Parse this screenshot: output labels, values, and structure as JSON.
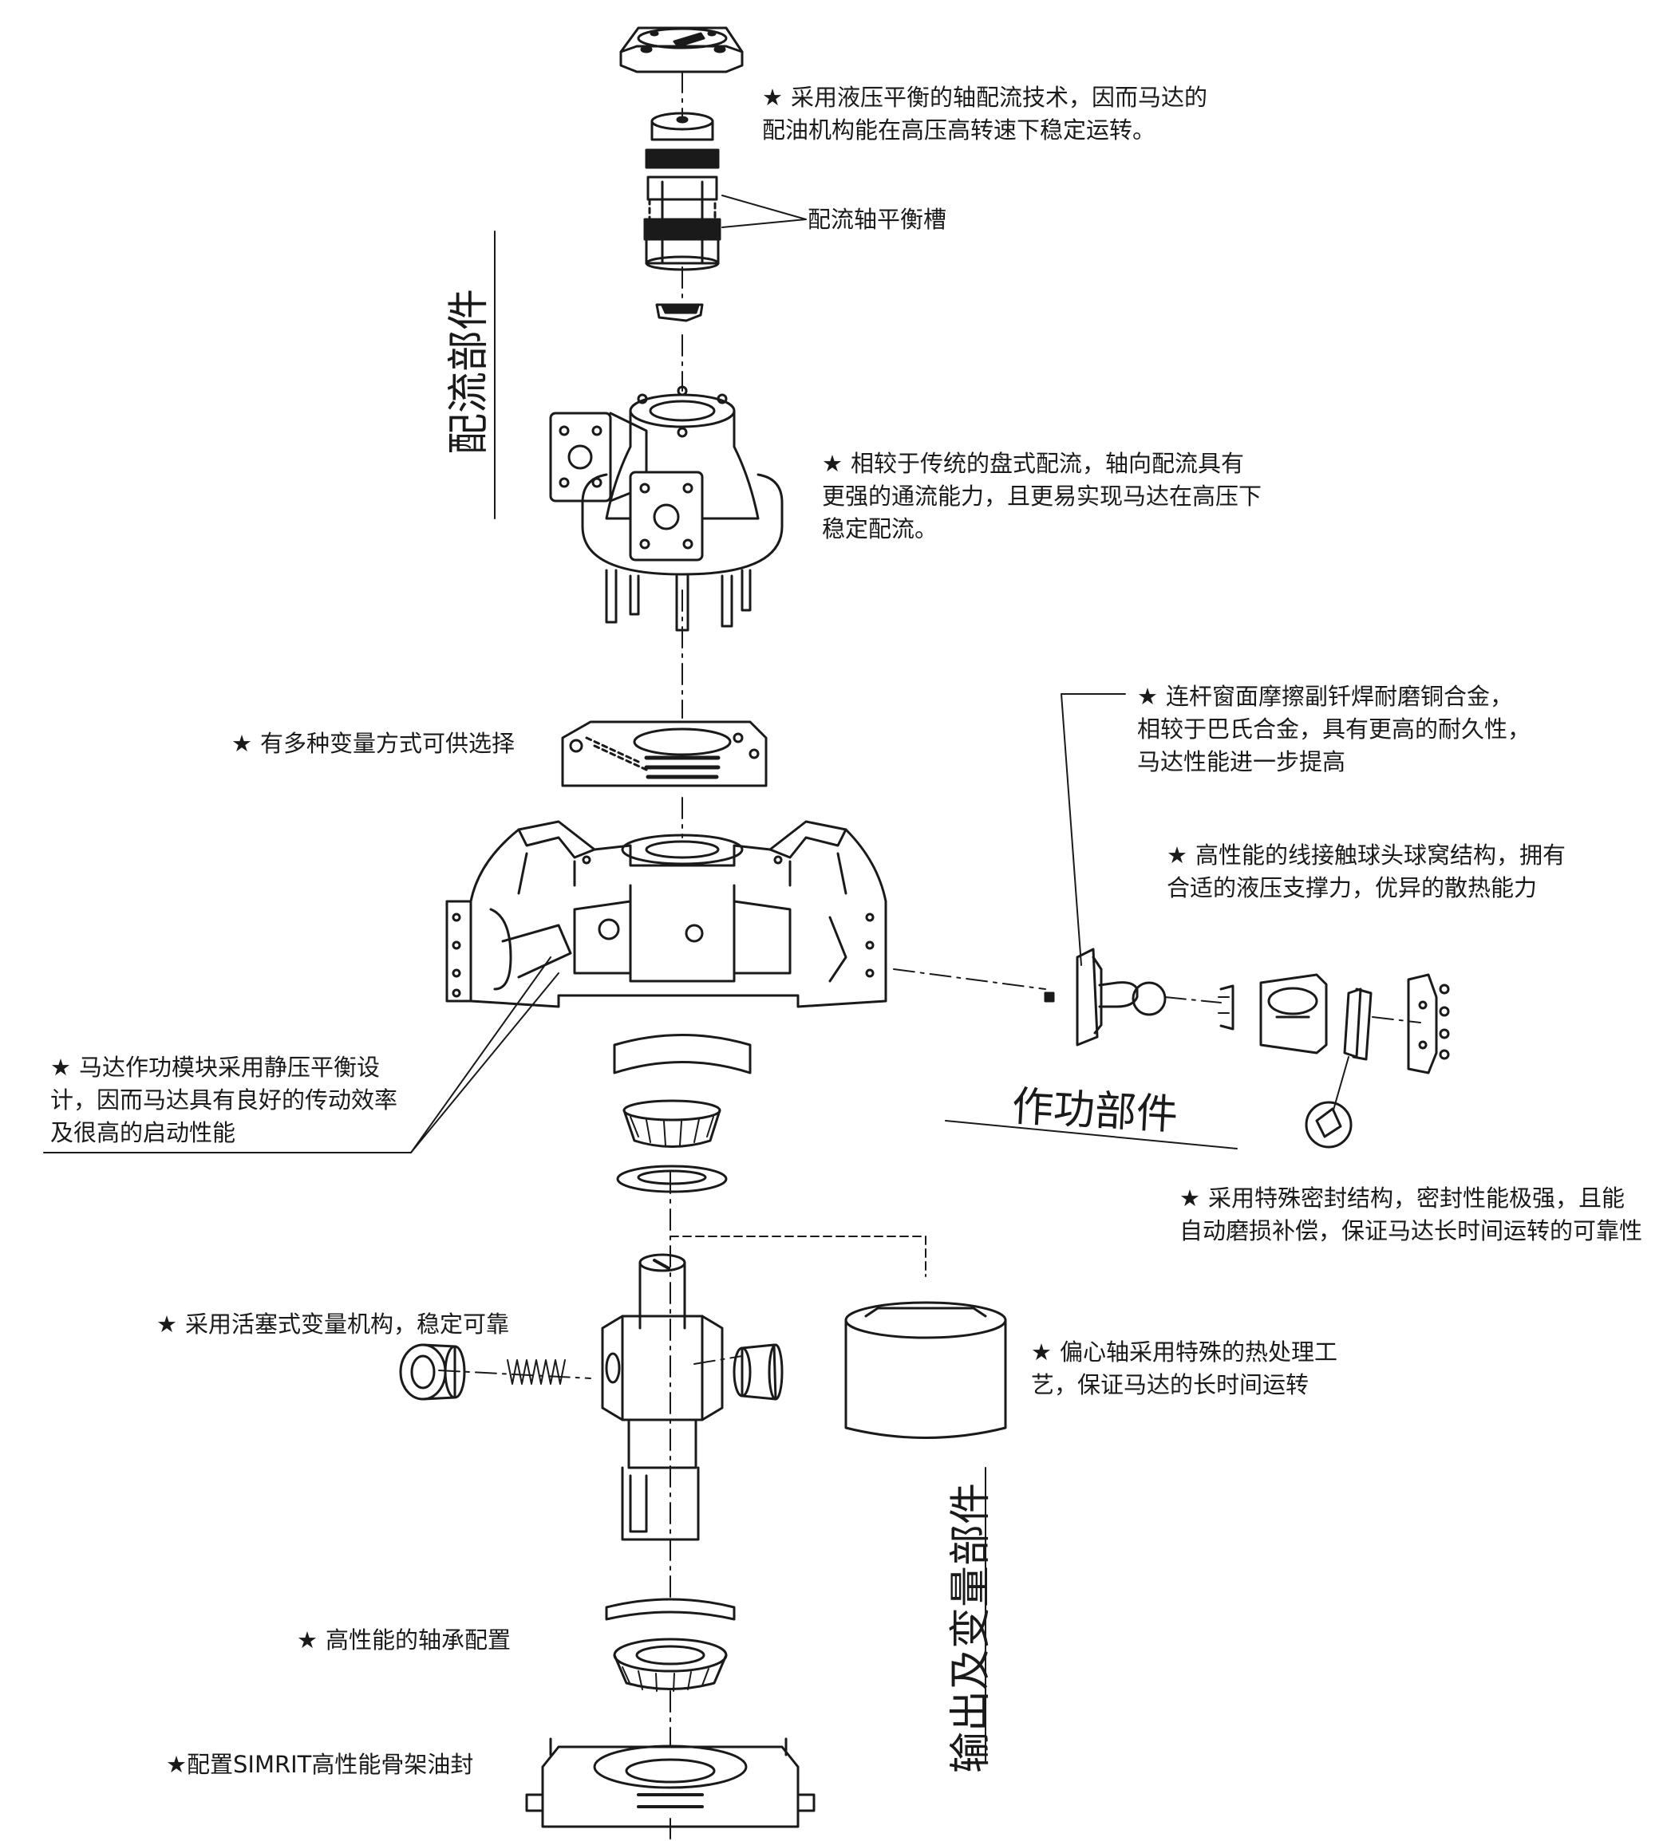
{
  "star": "★",
  "sections": {
    "distribution": "配流部件",
    "working": "作功部件",
    "output": "输出及变量部件"
  },
  "notes": {
    "shaft_distribution": [
      "采用液压平衡的轴配流技术，因而马达的",
      "配油机构能在高压高转速下稳定运转。"
    ],
    "balance_groove": "配流轴平衡槽",
    "axial_flow": [
      "相较于传统的盘式配流，轴向配流具有",
      "更强的通流能力，且更易实现马达在高压下",
      "稳定配流。"
    ],
    "variable_modes": "有多种变量方式可供选择",
    "conrod_alloy": [
      "连杆窗面摩擦副钎焊耐磨铜合金，",
      "相较于巴氏合金，具有更高的耐久性，",
      "马达性能进一步提高"
    ],
    "ball_socket": [
      "高性能的线接触球头球窝结构，拥有",
      "合适的液压支撑力，优异的散热能力"
    ],
    "static_balance": [
      "马达作功模块采用静压平衡设",
      "计，因而马达具有良好的传动效率",
      "及很高的启动性能"
    ],
    "special_seal": [
      "采用特殊密封结构，密封性能极强，且能",
      "自动磨损补偿，保证马达长时间运转的可靠性"
    ],
    "piston_variable": "采用活塞式变量机构，稳定可靠",
    "eccentric_shaft": [
      "偏心轴采用特殊的热处理工",
      "艺，保证马达的长时间运转"
    ],
    "bearing": "高性能的轴承配置",
    "oil_seal": "★配置SIMRIT高性能骨架油封"
  }
}
